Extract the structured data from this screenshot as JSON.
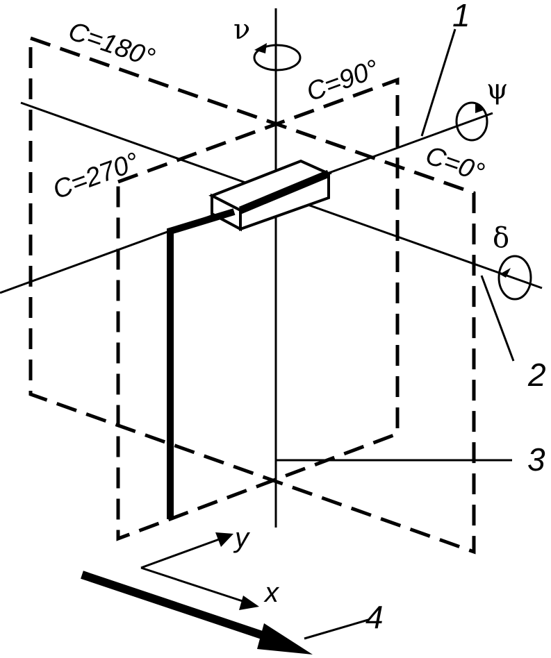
{
  "angle_labels": {
    "c180": "C=180°",
    "c90": "C=90°",
    "c270": "C=270°",
    "c0": "C=0°"
  },
  "rotation_symbols": {
    "nu": "ν",
    "psi": "ψ",
    "delta": "δ"
  },
  "callouts": {
    "one": "1",
    "two": "2",
    "three": "3",
    "four": "4"
  },
  "axes": {
    "x": "x",
    "y": "y"
  },
  "colors": {
    "ink": "#000000",
    "background": "#ffffff"
  }
}
